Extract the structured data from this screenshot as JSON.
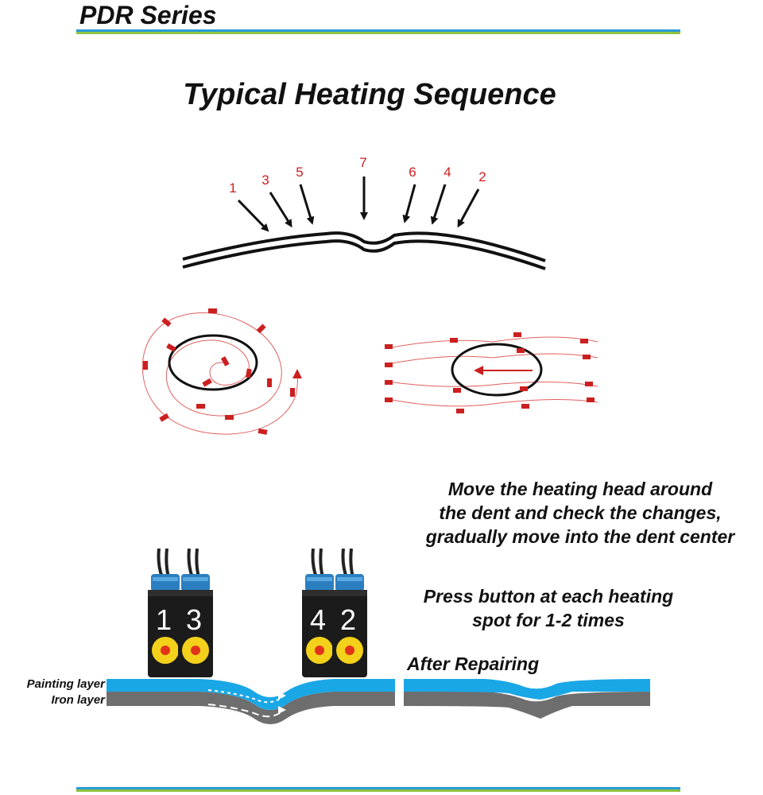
{
  "header": {
    "series": "PDR Series"
  },
  "title": "Typical Heating Sequence",
  "sequence": [
    "1",
    "3",
    "5",
    "7",
    "6",
    "4",
    "2"
  ],
  "instructions": {
    "move": [
      "Move the heating head around",
      "the dent and check the changes,",
      "gradually move into the dent center"
    ],
    "press": [
      "Press button at each heating",
      "spot for 1-2 times"
    ],
    "after": "After Repairing"
  },
  "layers": {
    "painting": "Painting layer",
    "iron": "Iron layer"
  },
  "heads": [
    "1",
    "3",
    "4",
    "2"
  ],
  "colors": {
    "accent_red": "#cc1f1f",
    "paint_blue": "#1aa7e6",
    "iron_gray": "#6e6e6e",
    "rule_blue": "#2a9bd6",
    "rule_green": "#8fc33e"
  }
}
